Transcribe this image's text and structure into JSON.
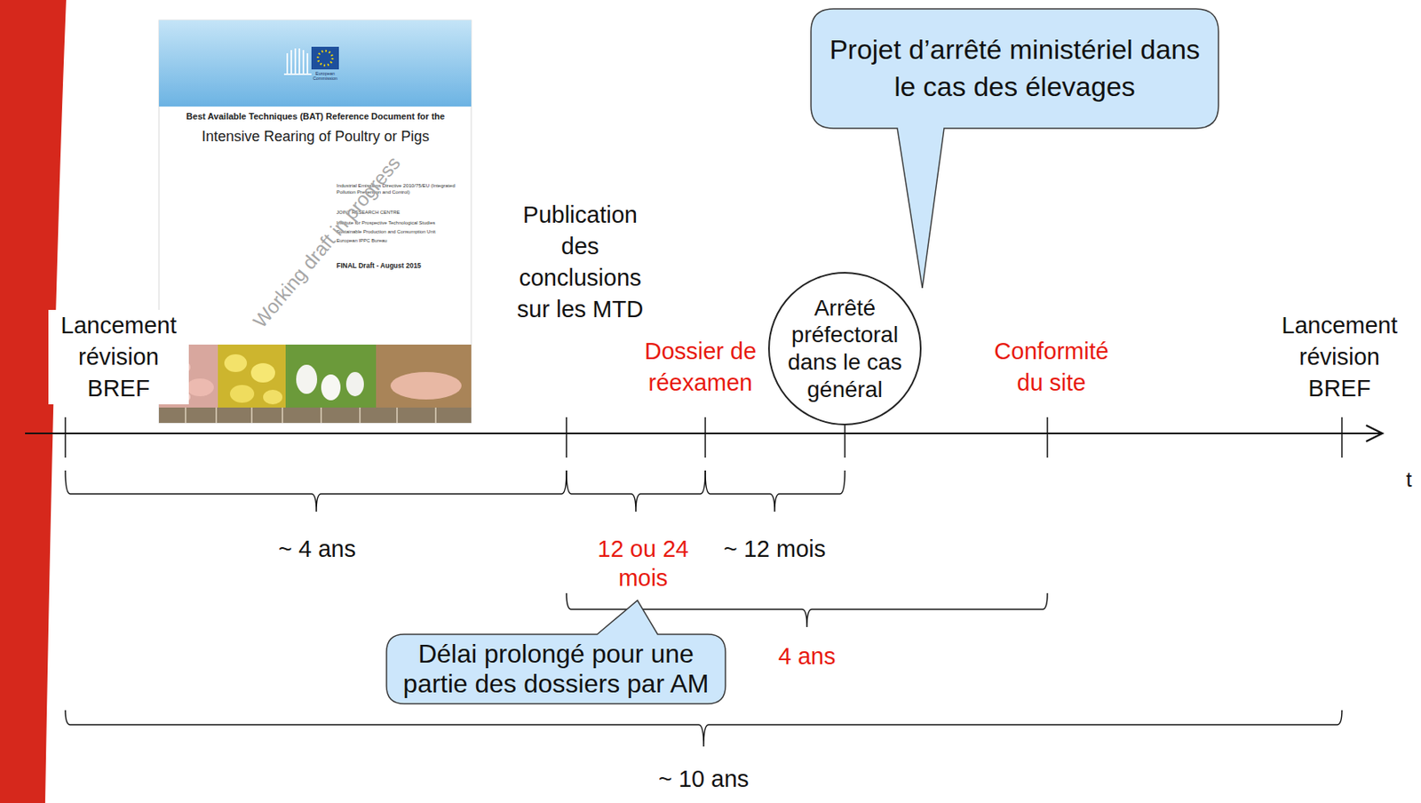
{
  "diagram": {
    "nodes": [
      {
        "text": [
          "Projet d’arrêté ministériel dans le cas des élevages"
        ]
      },
      {
        "text": [
          "Arrêté préfectoral dans le cas général"
        ]
      },
      {
        "text": [
          "Délai prolongé pour une partie des dossiers par AM"
        ]
      }
    ],
    "labels": [
      "European Commission",
      "Best Available Techniques (BAT) Reference Document for the",
      "Intensive Rearing of Poultry or Pigs",
      "Industrial Emissions Directive 2010/75/EU (Integrated Pollution Prevention and Control)",
      "JOINT RESEARCH CENTRE",
      "Institute for Prospective Technological Studies",
      "Sustainable Production and Consumption Unit",
      "European IPPC Bureau",
      "FINAL Draft - August 2015",
      "Working draft in progress",
      "Lancement révision BREF",
      "Publication des conclusions sur les MTD",
      "Dossier de réexamen",
      "Conformité du site",
      "Lancement révision BREF",
      "t",
      "~ 4 ans",
      "12 ou 24 mois",
      "~ 12 mois",
      "4 ans",
      "~ 10 ans"
    ]
  }
}
